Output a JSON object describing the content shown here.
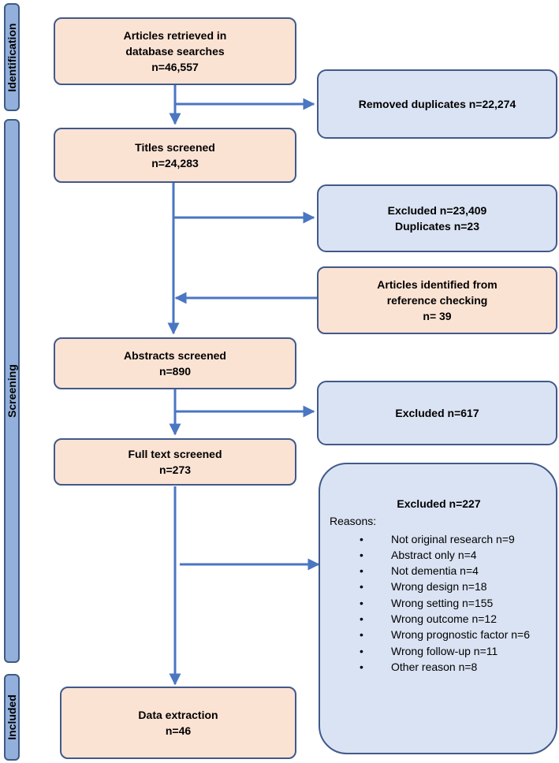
{
  "stages": {
    "identification": "Identification",
    "screening": "Screening",
    "included": "Included"
  },
  "boxes": {
    "retrieved": {
      "line1": "Articles retrieved in",
      "line2": "database searches",
      "line3": "n=46,557"
    },
    "duplicates_removed": {
      "line1": "Removed duplicates n=22,274"
    },
    "titles": {
      "line1": "Titles screened",
      "line2": "n=24,283"
    },
    "excluded_titles": {
      "line1": "Excluded n=23,409",
      "line2": "Duplicates n=23"
    },
    "reference": {
      "line1": "Articles identified from",
      "line2": "reference checking",
      "line3": "n= 39"
    },
    "abstracts": {
      "line1": "Abstracts screened",
      "line2": "n=890"
    },
    "excluded_abstracts": {
      "line1": "Excluded n=617"
    },
    "fulltext": {
      "line1": "Full text screened",
      "line2": "n=273"
    },
    "excluded_fulltext": {
      "title": "Excluded n=227",
      "reasons_label": "Reasons:",
      "reasons": [
        "Not original research n=9",
        "Abstract only n=4",
        "Not dementia n=4",
        "Wrong design n=18",
        "Wrong setting n=155",
        "Wrong outcome n=12",
        "Wrong prognostic factor n=6",
        "Wrong follow-up n=11",
        "Other reason n=8"
      ]
    },
    "extraction": {
      "line1": "Data extraction",
      "line2": "n=46"
    }
  },
  "colors": {
    "stage_fill": "#93b0dc",
    "process_fill": "#fbe3d4",
    "exclusion_fill": "#dae3f3",
    "border": "#41598a",
    "arrow": "#4a76c2"
  }
}
